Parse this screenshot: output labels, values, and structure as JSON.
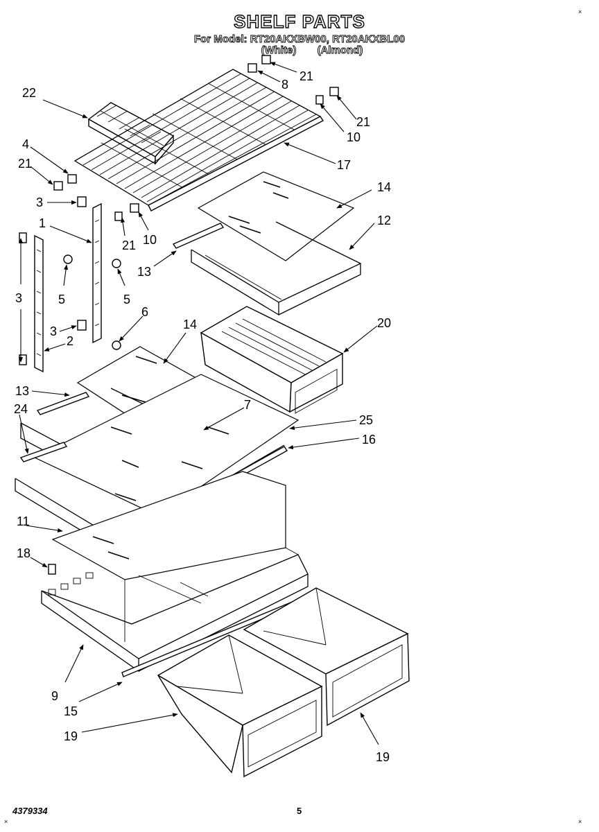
{
  "header": {
    "title": "SHELF PARTS",
    "model_line": "For Model: RT20AKXBW00, RT20AKXBL00",
    "variant_white": "(White)",
    "variant_almond": "(Almond)"
  },
  "footer": {
    "doc_number": "4379334",
    "page_number": "5"
  },
  "callouts": [
    {
      "id": "c22",
      "label": "22"
    },
    {
      "id": "c21a",
      "label": "21"
    },
    {
      "id": "c8",
      "label": "8"
    },
    {
      "id": "c21b",
      "label": "21"
    },
    {
      "id": "c10a",
      "label": "10"
    },
    {
      "id": "c4",
      "label": "4"
    },
    {
      "id": "c21c",
      "label": "21"
    },
    {
      "id": "c17",
      "label": "17"
    },
    {
      "id": "c14a",
      "label": "14"
    },
    {
      "id": "c3a",
      "label": "3"
    },
    {
      "id": "c12",
      "label": "12"
    },
    {
      "id": "c1",
      "label": "1"
    },
    {
      "id": "c21d",
      "label": "21"
    },
    {
      "id": "c10b",
      "label": "10"
    },
    {
      "id": "c13a",
      "label": "13"
    },
    {
      "id": "c3b",
      "label": "3"
    },
    {
      "id": "c5a",
      "label": "5"
    },
    {
      "id": "c5b",
      "label": "5"
    },
    {
      "id": "c6",
      "label": "6"
    },
    {
      "id": "c14b",
      "label": "14"
    },
    {
      "id": "c20",
      "label": "20"
    },
    {
      "id": "c3c",
      "label": "3"
    },
    {
      "id": "c2",
      "label": "2"
    },
    {
      "id": "c13b",
      "label": "13"
    },
    {
      "id": "c7",
      "label": "7"
    },
    {
      "id": "c24",
      "label": "24"
    },
    {
      "id": "c25",
      "label": "25"
    },
    {
      "id": "c16",
      "label": "16"
    },
    {
      "id": "c11",
      "label": "11"
    },
    {
      "id": "c18",
      "label": "18"
    },
    {
      "id": "c9",
      "label": "9"
    },
    {
      "id": "c15",
      "label": "15"
    },
    {
      "id": "c19a",
      "label": "19"
    },
    {
      "id": "c19b",
      "label": "19"
    }
  ]
}
